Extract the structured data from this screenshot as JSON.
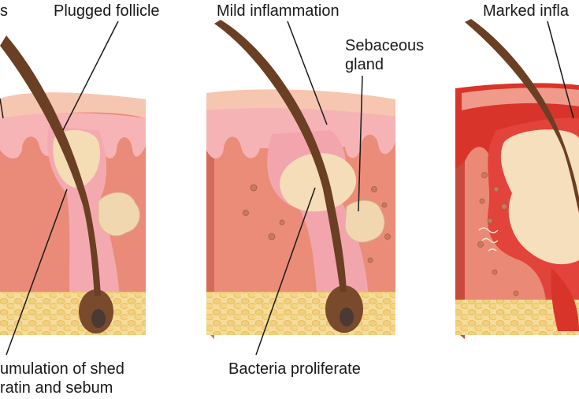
{
  "labels": {
    "top_left_fragment": "s",
    "plugged_follicle": "Plugged follicle",
    "mild_inflammation": "Mild inflammation",
    "marked_inflammation_fragment": "Marked infla",
    "sebaceous_gland_line1": "Sebaceous",
    "sebaceous_gland_line2": "gland",
    "accumulation_line1": "umulation of shed",
    "accumulation_line2": "ratin and sebum",
    "bacteria_proliferate": "Bacteria proliferate"
  },
  "colors": {
    "skin_dermis": "#e88a78",
    "skin_side": "#c9604f",
    "epidermis_pink": "#f7b6b6",
    "epidermis_top": "#f6c9b4",
    "fat": "#f2d48a",
    "hair": "#6b3f24",
    "sebum": "#f5e0bc",
    "inflamed_red": "#d9362c"
  }
}
